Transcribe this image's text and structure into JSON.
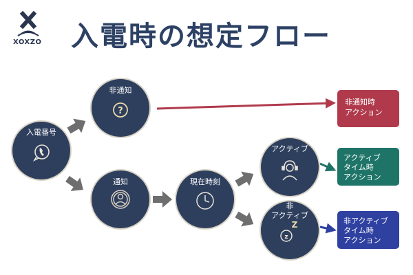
{
  "brand": {
    "name": "XOXZO"
  },
  "title": "入電時の想定フロー",
  "colors": {
    "node": "#2e3f5e",
    "node_stroke": "#d6d2c4",
    "gray_arrow": "#6e6e6e",
    "red": "#b03a4c",
    "teal": "#1f7468",
    "blue": "#2e40a0"
  },
  "nodes": {
    "incoming": {
      "label": "入電番号",
      "icon": "phone-bubble-icon"
    },
    "no_notify": {
      "label": "非通知",
      "icon": "question-icon"
    },
    "notify": {
      "label": "通知",
      "icon": "person-icon"
    },
    "current_time": {
      "label": "現在時刻",
      "icon": "clock-icon"
    },
    "active": {
      "label": "アクティブ",
      "icon": "headset-icon"
    },
    "inactive": {
      "label_line1": "非",
      "label_line2": "アクティブ",
      "icon": "sleep-icon"
    }
  },
  "actions": {
    "no_notify_action": {
      "line1": "非通知時",
      "line2": "アクション"
    },
    "active_action": {
      "line1": "アクティブ",
      "line2": "タイム時",
      "line3": "アクション"
    },
    "inactive_action": {
      "line1": "非アクティブ",
      "line2": "タイム時",
      "line3": "アクション"
    }
  }
}
